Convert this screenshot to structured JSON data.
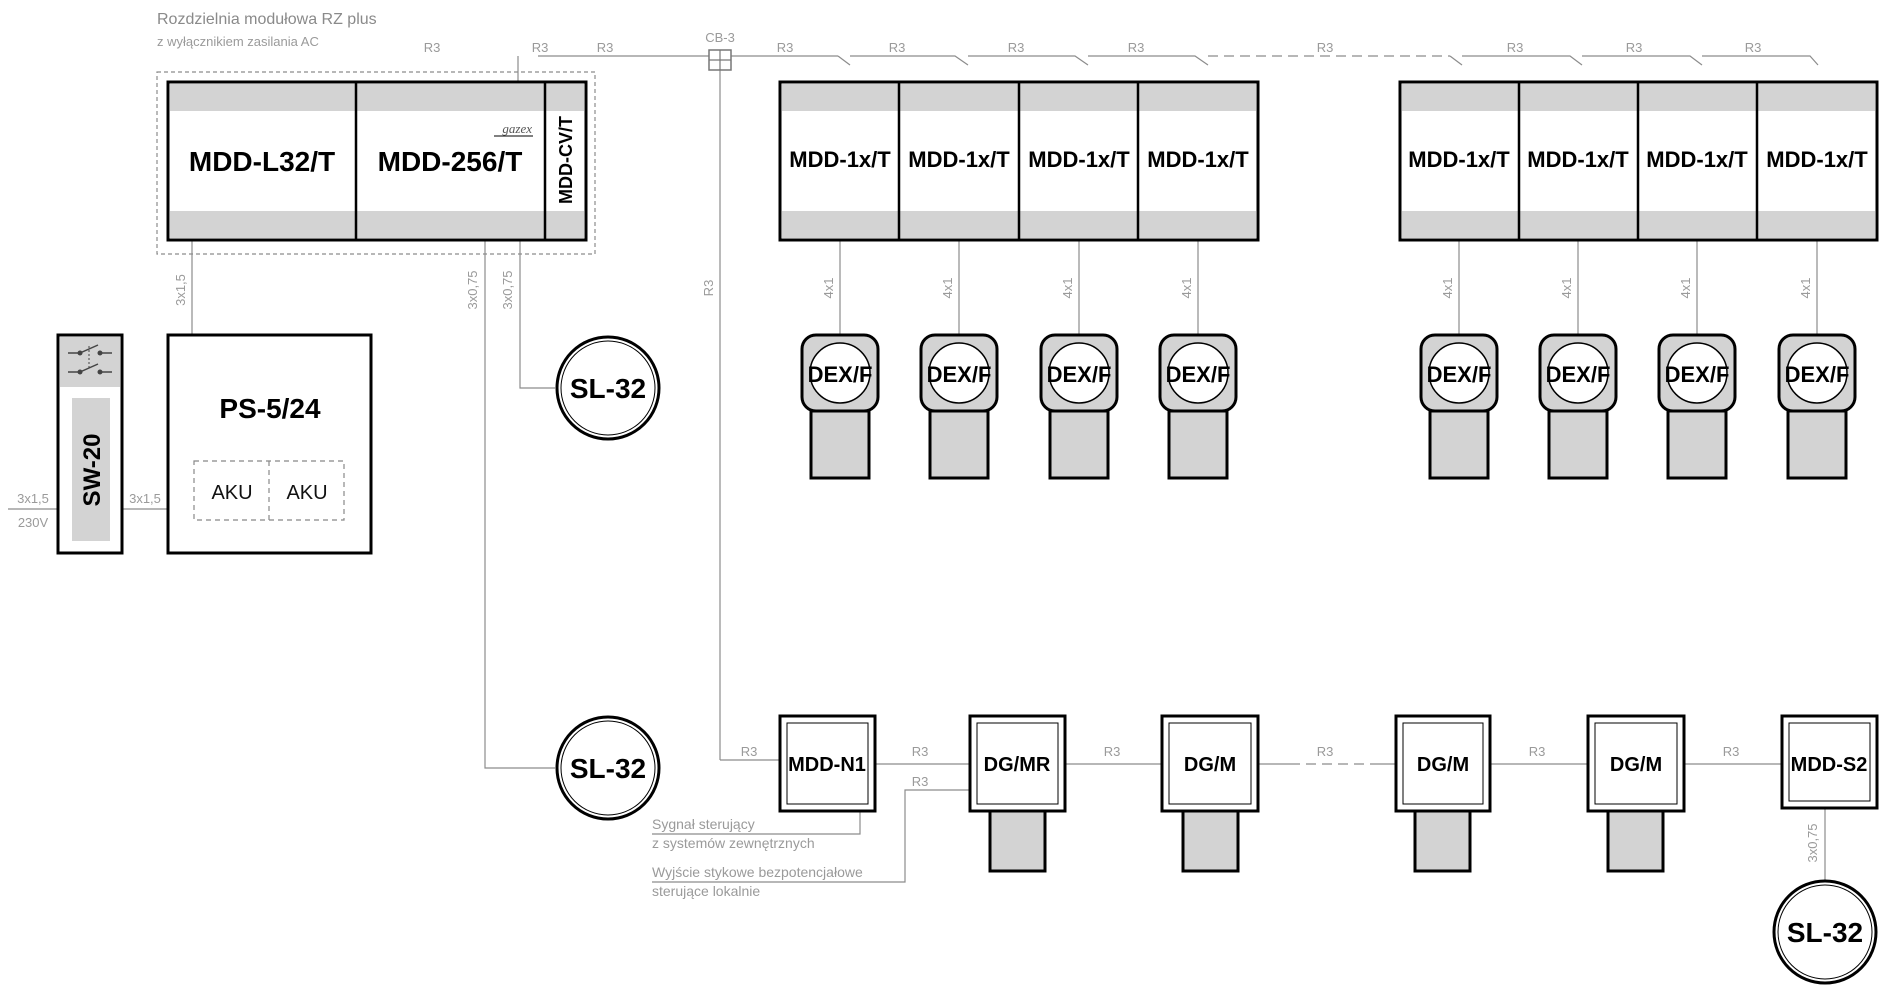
{
  "title_line1": "Rozdzielnia modułowa RZ plus",
  "title_line2": "z wyłącznikiem zasilania AC",
  "modules": {
    "mdd_l32": "MDD-L32/T",
    "mdd_256": "MDD-256/T",
    "mdd_cv": "MDD-CV/T",
    "brand": "gazex"
  },
  "power": {
    "ps": "PS-5/24",
    "aku1": "AKU",
    "aku2": "AKU",
    "sw": "SW-20",
    "mains_cable": "3x1,5",
    "mains_voltage": "230V",
    "sw_ps_cable": "3x1,5",
    "ps_module_cable": "3x1,5"
  },
  "cb3": "CB-3",
  "bus_label": "R3",
  "sl_cable": "3x0,75",
  "dex_cable": "4x1",
  "sl_label": "SL-32",
  "mdd1x_label": "MDD-1x/T",
  "dex_label": "DEX/F",
  "bottom": {
    "mdd_n1": "MDD-N1",
    "dg_mr": "DG/MR",
    "dg_m": "DG/M",
    "mdd_s2": "MDD-S2"
  },
  "notes": {
    "signal_1": "Sygnał sterujący",
    "signal_2": "z systemów zewnętrznych",
    "contact_1": "Wyjście stykowe bezpotencjałowe",
    "contact_2": "sterujące lokalnie"
  },
  "colors": {
    "wire": "#8c8c8c",
    "box_border": "#000000",
    "band": "#d3d3d3",
    "label": "#9a9a9a"
  }
}
